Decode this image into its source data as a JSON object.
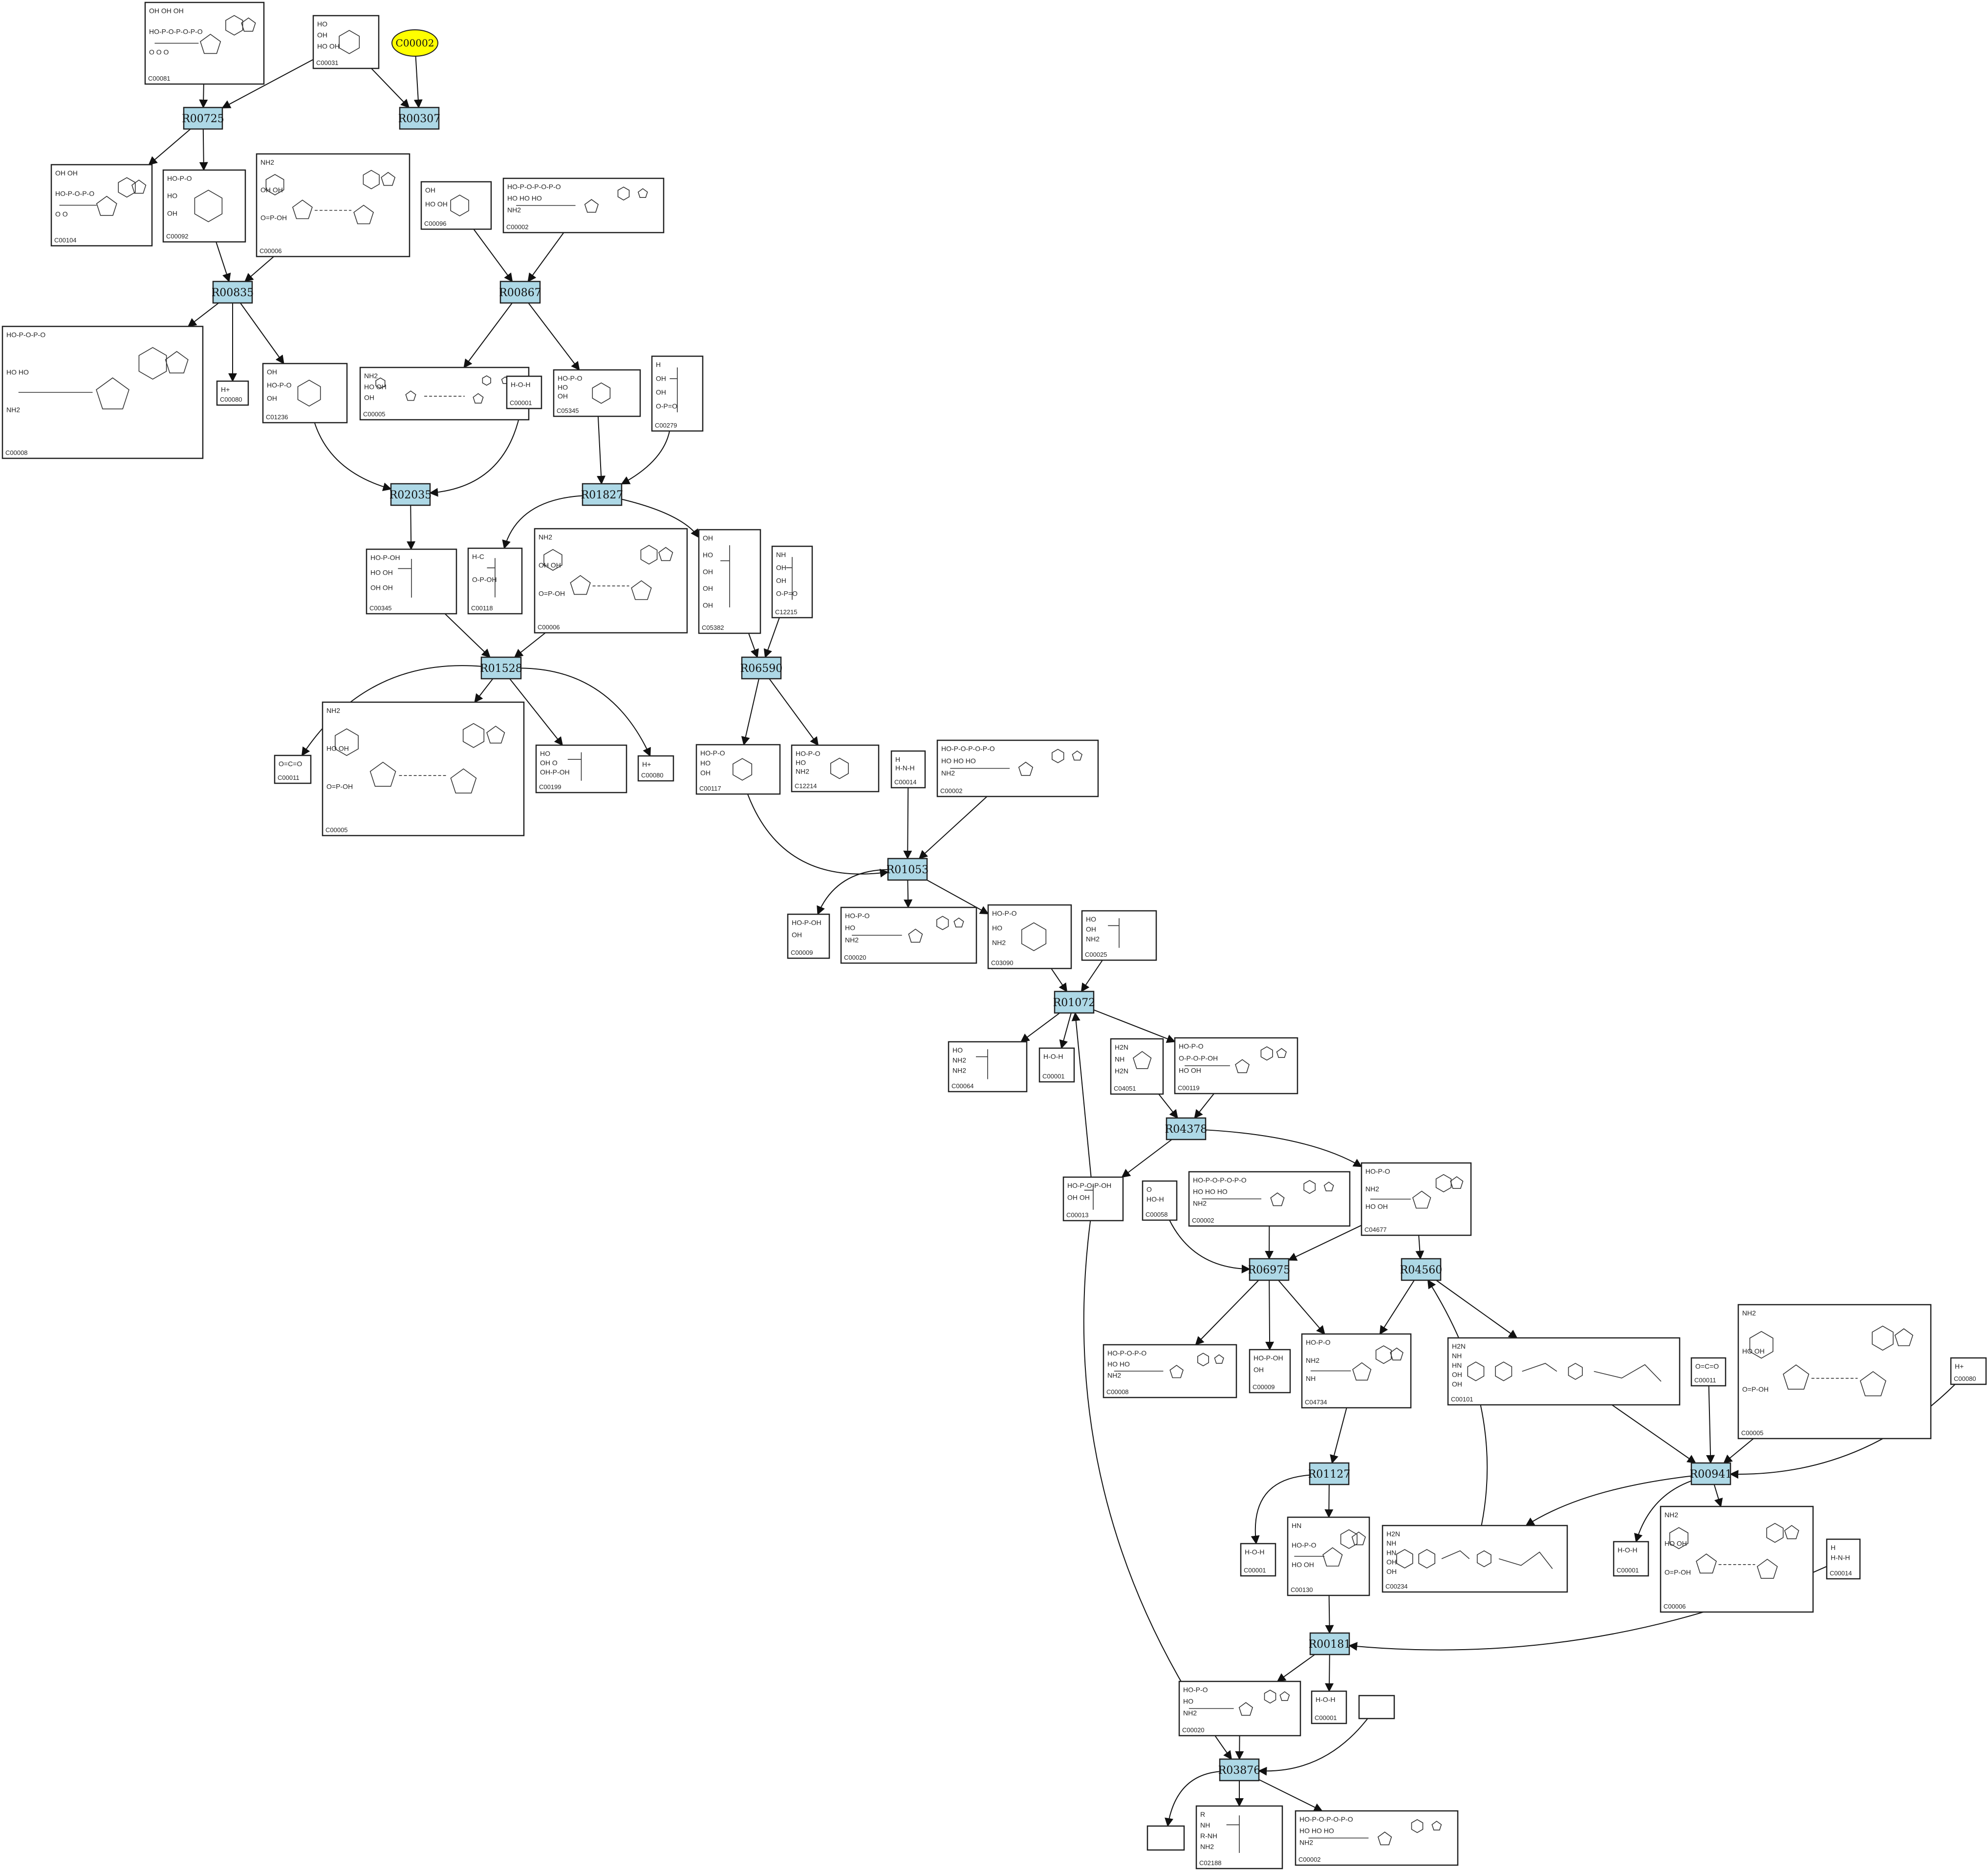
{
  "highlight": {
    "id": "C00002"
  },
  "compounds": [
    {
      "key": "a01",
      "id": "C00081",
      "type": "nucleotide",
      "txt": [
        "OH  OH  OH",
        "HO-P-O-P-O-P-O",
        "O   O   O"
      ]
    },
    {
      "key": "a02",
      "id": "C00031",
      "type": "sugar",
      "txt": [
        "HO",
        "OH",
        "HO  OH"
      ]
    },
    {
      "key": "a03",
      "id": "C00104",
      "type": "nucleotide",
      "txt": [
        "OH  OH",
        "HO-P-O-P-O",
        "O   O"
      ]
    },
    {
      "key": "a04",
      "id": "C00092",
      "type": "sugar",
      "txt": [
        "HO-P-O",
        "HO",
        "OH"
      ]
    },
    {
      "key": "a05",
      "id": "C00006",
      "type": "dinucleotide",
      "txt": [
        "NH2",
        "OH  OH",
        "O=P-OH"
      ]
    },
    {
      "key": "a06",
      "id": "C00096",
      "type": "sugar",
      "txt": [
        "OH",
        "HO  OH"
      ]
    },
    {
      "key": "a07",
      "id": "C00002",
      "type": "nucleotide",
      "txt": [
        "HO-P-O-P-O-P-O",
        "HO  HO  HO",
        "NH2"
      ]
    },
    {
      "key": "a08",
      "id": "C00005",
      "type": "dinucleotide",
      "txt": [
        "NH2",
        "HO  OH",
        "OH"
      ]
    },
    {
      "key": "a09",
      "id": "C00080",
      "type": "small",
      "txt": [
        "H+"
      ]
    },
    {
      "key": "a10",
      "id": "C01236",
      "type": "sugar",
      "txt": [
        "OH",
        "HO-P-O",
        "OH"
      ]
    },
    {
      "key": "a11",
      "id": "C00008",
      "type": "nucleotide",
      "txt": [
        "HO-P-O-P-O",
        "HO  HO",
        "NH2"
      ]
    },
    {
      "key": "a12",
      "id": "C00001",
      "type": "small",
      "txt": [
        "H-O-H"
      ]
    },
    {
      "key": "a13",
      "id": "C05345",
      "type": "sugar",
      "txt": [
        "HO-P-O",
        "HO",
        "OH"
      ]
    },
    {
      "key": "a14",
      "id": "C00279",
      "type": "chain",
      "txt": [
        "H",
        "OH",
        "OH",
        "O-P=O"
      ]
    },
    {
      "key": "a15",
      "id": "C00345",
      "type": "chain",
      "txt": [
        "HO-P-OH",
        "HO  OH",
        "OH  OH"
      ]
    },
    {
      "key": "a16",
      "id": "C00118",
      "type": "chain",
      "txt": [
        "H-C",
        "O-P-OH"
      ]
    },
    {
      "key": "a17",
      "id": "C00006",
      "type": "dinucleotide",
      "txt": [
        "NH2",
        "OH  OH",
        "O=P-OH"
      ]
    },
    {
      "key": "a18",
      "id": "C05382",
      "type": "chain",
      "txt": [
        "OH",
        "HO",
        "OH",
        "OH",
        "OH"
      ]
    },
    {
      "key": "a19",
      "id": "C12215",
      "type": "chain",
      "txt": [
        "NH",
        "OH",
        "OH",
        "O-P=O"
      ]
    },
    {
      "key": "a20",
      "id": "C00011",
      "type": "small",
      "txt": [
        "O=C=O"
      ]
    },
    {
      "key": "a21",
      "id": "C00005",
      "type": "dinucleotide",
      "txt": [
        "NH2",
        "HO  OH",
        "O=P-OH"
      ]
    },
    {
      "key": "a22",
      "id": "C00199",
      "type": "chain",
      "txt": [
        "HO",
        "OH  O",
        "OH-P-OH"
      ]
    },
    {
      "key": "a23",
      "id": "C00080",
      "type": "small",
      "txt": [
        "H+"
      ]
    },
    {
      "key": "a24",
      "id": "C00117",
      "type": "sugar",
      "txt": [
        "HO-P-O",
        "HO",
        "OH"
      ]
    },
    {
      "key": "a25",
      "id": "C12214",
      "type": "sugar",
      "txt": [
        "HO-P-O",
        "HO",
        "NH2"
      ]
    },
    {
      "key": "a26",
      "id": "C00014",
      "type": "small",
      "txt": [
        "H",
        "H-N-H"
      ]
    },
    {
      "key": "a27",
      "id": "C00002",
      "type": "nucleotide",
      "txt": [
        "HO-P-O-P-O-P-O",
        "HO  HO  HO",
        "NH2"
      ]
    },
    {
      "key": "a28",
      "id": "C00009",
      "type": "small",
      "txt": [
        "HO-P-OH",
        "OH"
      ]
    },
    {
      "key": "a29",
      "id": "C00020",
      "type": "nucleotide",
      "txt": [
        "HO-P-O",
        "HO",
        "NH2"
      ]
    },
    {
      "key": "a30",
      "id": "C03090",
      "type": "sugar",
      "txt": [
        "HO-P-O",
        "HO",
        "NH2"
      ]
    },
    {
      "key": "a31",
      "id": "C00025",
      "type": "chain",
      "txt": [
        "HO",
        "OH",
        "NH2"
      ]
    },
    {
      "key": "a32",
      "id": "C00064",
      "type": "chain",
      "txt": [
        "HO",
        "NH2",
        "NH2"
      ]
    },
    {
      "key": "a33",
      "id": "C00001",
      "type": "small",
      "txt": [
        "H-O-H"
      ]
    },
    {
      "key": "a34",
      "id": "C04051",
      "type": "ring",
      "txt": [
        "H2N",
        "NH",
        "H2N"
      ]
    },
    {
      "key": "a35",
      "id": "C00119",
      "type": "nucleotide",
      "txt": [
        "HO-P-O",
        "O-P-O-P-OH",
        "HO  OH"
      ]
    },
    {
      "key": "a36",
      "id": "C00013",
      "type": "chain",
      "txt": [
        "HO-P-O-P-OH",
        "OH  OH"
      ]
    },
    {
      "key": "a37",
      "id": "C00058",
      "type": "small",
      "txt": [
        "O",
        "HO-H"
      ]
    },
    {
      "key": "a38",
      "id": "C00002",
      "type": "nucleotide",
      "txt": [
        "HO-P-O-P-O-P-O",
        "HO  HO  HO",
        "NH2"
      ]
    },
    {
      "key": "a39",
      "id": "C04677",
      "type": "nucleotide",
      "txt": [
        "HO-P-O",
        "NH2",
        "HO  OH"
      ]
    },
    {
      "key": "a40",
      "id": "C00008",
      "type": "nucleotide",
      "txt": [
        "HO-P-O-P-O",
        "HO  HO",
        "NH2"
      ]
    },
    {
      "key": "a41",
      "id": "C00009",
      "type": "small",
      "txt": [
        "HO-P-OH",
        "OH"
      ]
    },
    {
      "key": "a42",
      "id": "C04734",
      "type": "nucleotide",
      "txt": [
        "HO-P-O",
        "NH2",
        "NH"
      ]
    },
    {
      "key": "a43",
      "id": "C00101",
      "type": "folate",
      "txt": [
        "H2N",
        "NH",
        "HN",
        "OH",
        "OH"
      ]
    },
    {
      "key": "a44",
      "id": "C00011",
      "type": "small",
      "txt": [
        "O=C=O"
      ]
    },
    {
      "key": "a45",
      "id": "C00005",
      "type": "dinucleotide",
      "txt": [
        "NH2",
        "HO  OH",
        "O=P-OH"
      ]
    },
    {
      "key": "a46",
      "id": "C00080",
      "type": "small",
      "txt": [
        "H+"
      ]
    },
    {
      "key": "a47",
      "id": "C00001",
      "type": "small",
      "txt": [
        "H-O-H"
      ]
    },
    {
      "key": "a48",
      "id": "C00130",
      "type": "nucleotide",
      "txt": [
        "HN",
        "HO-P-O",
        "HO  OH"
      ]
    },
    {
      "key": "a49",
      "id": "C00234",
      "type": "folate",
      "txt": [
        "H2N",
        "NH",
        "HN",
        "OH",
        "OH"
      ]
    },
    {
      "key": "a50",
      "id": "C00001",
      "type": "small",
      "txt": [
        "H-O-H"
      ]
    },
    {
      "key": "a51",
      "id": "C00006",
      "type": "dinucleotide",
      "txt": [
        "NH2",
        "HO  OH",
        "O=P-OH"
      ]
    },
    {
      "key": "a52",
      "id": "C00014",
      "type": "small",
      "txt": [
        "H",
        "H-N-H"
      ]
    },
    {
      "key": "a53",
      "id": "C00020",
      "type": "nucleotide",
      "txt": [
        "HO-P-O",
        "HO",
        "NH2"
      ]
    },
    {
      "key": "a54",
      "id": "C00001",
      "type": "small",
      "txt": [
        "H-O-H"
      ]
    },
    {
      "key": "a55",
      "id": "",
      "type": "empty",
      "txt": []
    },
    {
      "key": "a56",
      "id": "",
      "type": "empty",
      "txt": []
    },
    {
      "key": "a57",
      "id": "C02188",
      "type": "chain",
      "txt": [
        "R",
        "NH",
        "R-NH",
        "NH2"
      ]
    },
    {
      "key": "a58",
      "id": "C00002",
      "type": "nucleotide",
      "txt": [
        "HO-P-O-P-O-P-O",
        "HO  HO  HO",
        "NH2"
      ]
    }
  ],
  "reactions": [
    {
      "key": "r01",
      "id": "R00725"
    },
    {
      "key": "r02",
      "id": "R00307"
    },
    {
      "key": "r03",
      "id": "R00835"
    },
    {
      "key": "r04",
      "id": "R00867"
    },
    {
      "key": "r05",
      "id": "R02035"
    },
    {
      "key": "r06",
      "id": "R01827"
    },
    {
      "key": "r07",
      "id": "R01528"
    },
    {
      "key": "r08",
      "id": "R06590"
    },
    {
      "key": "r09",
      "id": "R01053"
    },
    {
      "key": "r10",
      "id": "R01072"
    },
    {
      "key": "r11",
      "id": "R04378"
    },
    {
      "key": "r12",
      "id": "R06975"
    },
    {
      "key": "r13",
      "id": "R04560"
    },
    {
      "key": "r14",
      "id": "R01127"
    },
    {
      "key": "r15",
      "id": "R00941"
    },
    {
      "key": "r16",
      "id": "R00181"
    },
    {
      "key": "r17",
      "id": "R03876"
    }
  ]
}
